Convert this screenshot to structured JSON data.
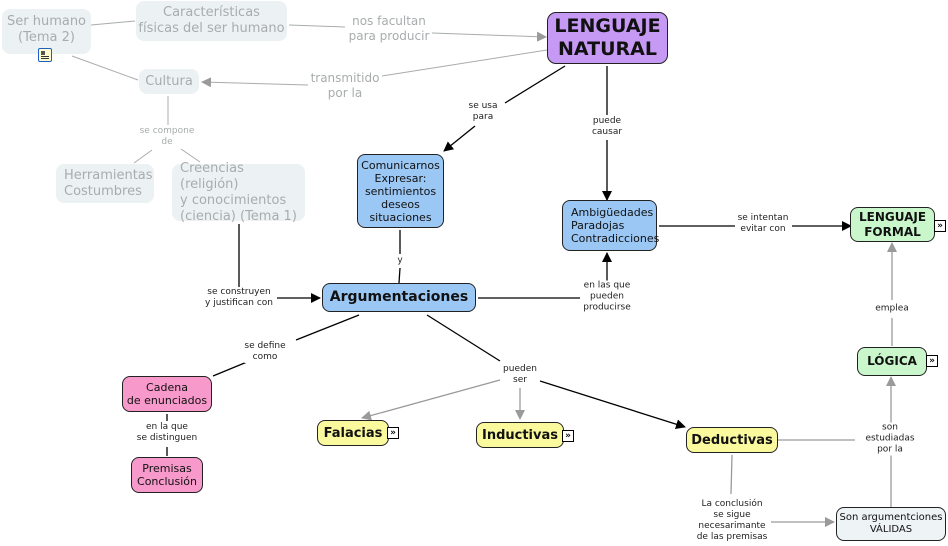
{
  "map": {
    "colors": {
      "faded_node": "#ecf2f4",
      "faded_text": "#a8acad",
      "blue_node": "#9bc7f5",
      "purple_node": "#c699f5",
      "green_node": "#c9f7cb",
      "pink_node": "#f899cb",
      "yellow_node": "#fbf99e",
      "pale_node": "#eef3f6",
      "link_dark": "#000000",
      "link_gray": "#9a9a9a"
    },
    "nodes": {
      "ser_humano": "Ser humano\n(Tema 2)",
      "caracteristicas": "Características\nfísicas del ser humano",
      "cultura": "Cultura",
      "herramientas": "Herramientas\nCostumbres",
      "creencias": "Creencias (religión)\ny conocimientos\n(ciencia) (Tema 1)",
      "lenguaje_natural": "LENGUAJE\nNATURAL",
      "comunicarnos": "Comunicarnos\nExpresar:\nsentimientos\ndeseos\nsituaciones",
      "ambiguedades": "Ambigüedades\nParadojas\nContradicciones",
      "lenguaje_formal": "LENGUAJE\nFORMAL",
      "argumentaciones": "Argumentaciones",
      "logica": "LÓGICA",
      "cadena": "Cadena\nde enunciados",
      "premisas": "Premisas\nConclusión",
      "falacias": "Falacias",
      "inductivas": "Inductivas",
      "deductivas": "Deductivas",
      "validas": "Son argumentciones\nVÁLIDAS"
    },
    "link_labels": {
      "nos_facultan": "nos facultan\npara producir",
      "transmitido": "transmitido\npor la",
      "se_compone": "se compone\nde",
      "se_usa": "se usa\npara",
      "puede_causar": "puede\ncausar",
      "se_intentan": "se intentan\nevitar con",
      "y": "y",
      "se_construyen": "se construyen\ny justifican con",
      "en_las_que": "en las que\npueden\nproducirse",
      "emplea": "emplea",
      "se_define": "se define\ncomo",
      "pueden_ser": "pueden\nser",
      "en_la_que": "en la que\nse distinguen",
      "son_estudiadas": "son estudiadas\npor la",
      "la_conclusion": "La conclusión\nse sigue\nnecesarimante\nde las premisas"
    },
    "icons": {
      "resource": "document-resource-icon",
      "expand": "»"
    }
  }
}
